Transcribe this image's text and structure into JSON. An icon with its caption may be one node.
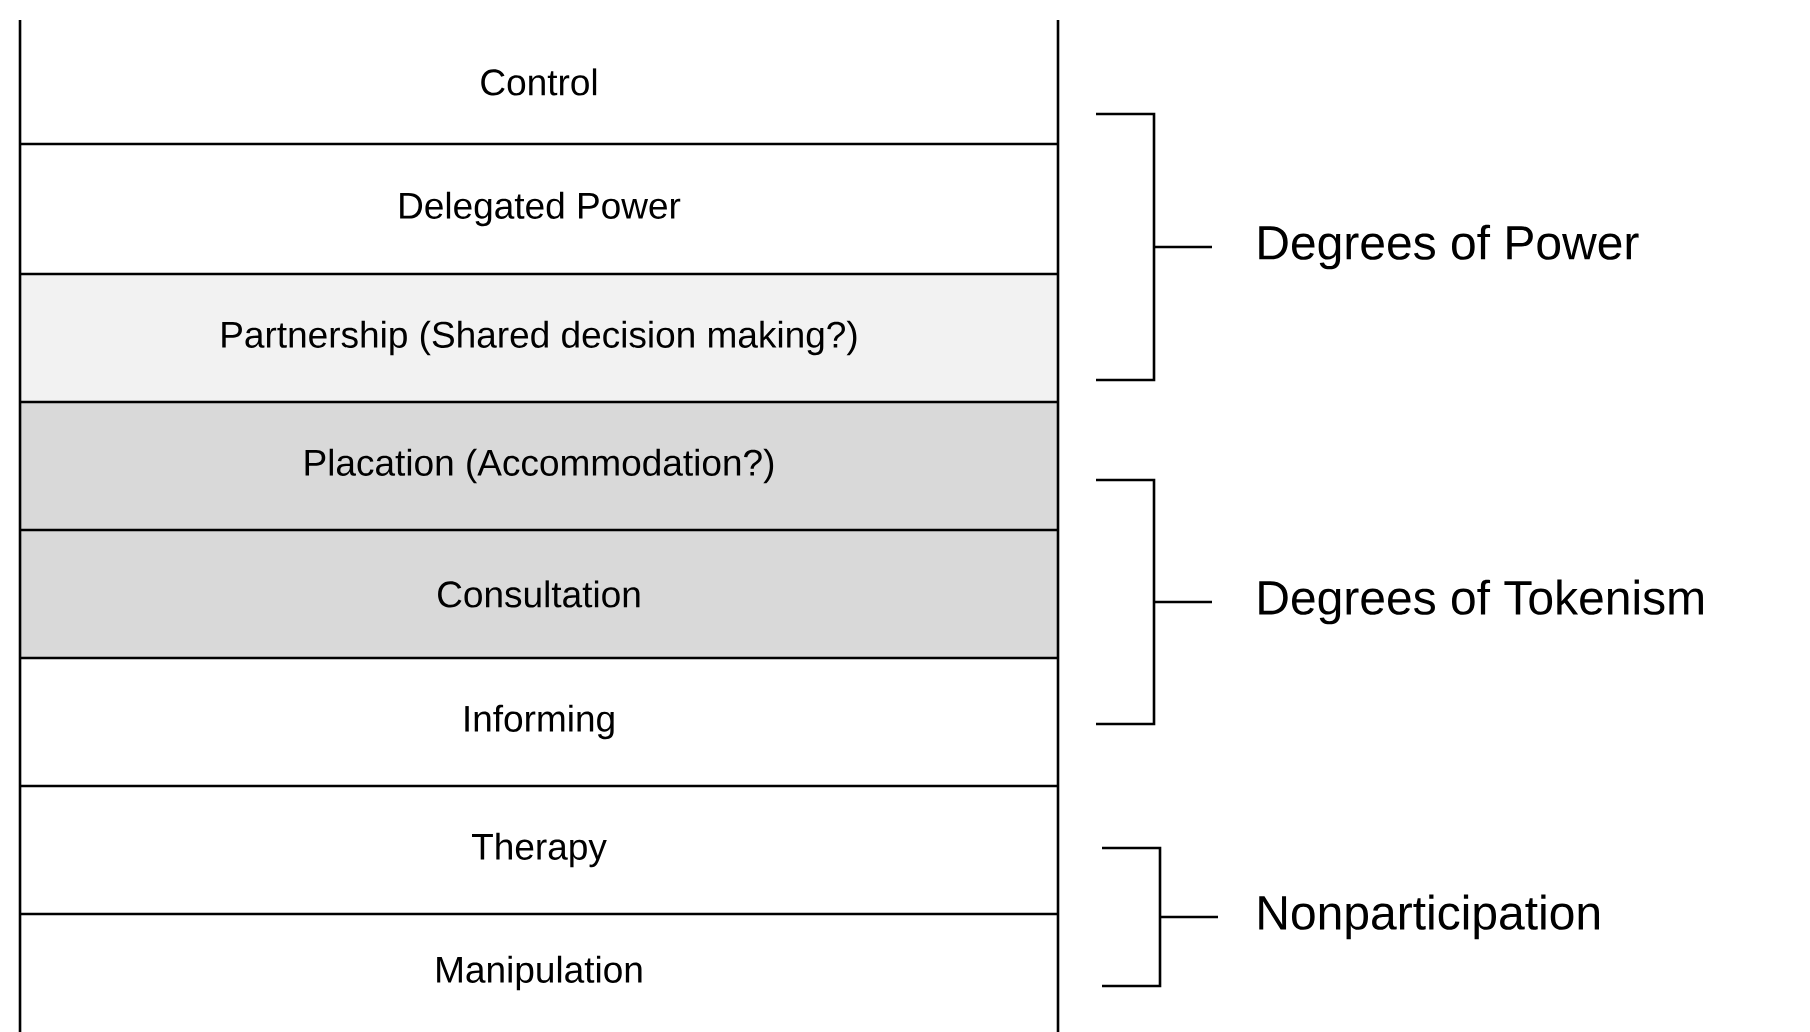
{
  "diagram": {
    "nodes": [
      {
        "text": [
          "Control"
        ]
      },
      {
        "text": [
          "Delegated Power"
        ]
      },
      {
        "text": [
          "Partnership (Shared decision making?)"
        ]
      },
      {
        "text": [
          "Placation (Accommodation?)"
        ]
      },
      {
        "text": [
          "Consultation"
        ]
      },
      {
        "text": [
          "Informing"
        ]
      },
      {
        "text": [
          "Therapy"
        ]
      },
      {
        "text": [
          "Manipulation"
        ]
      }
    ],
    "labels": [
      "Degrees of Power",
      "Degrees of Tokenism",
      "Nonparticipation"
    ]
  }
}
